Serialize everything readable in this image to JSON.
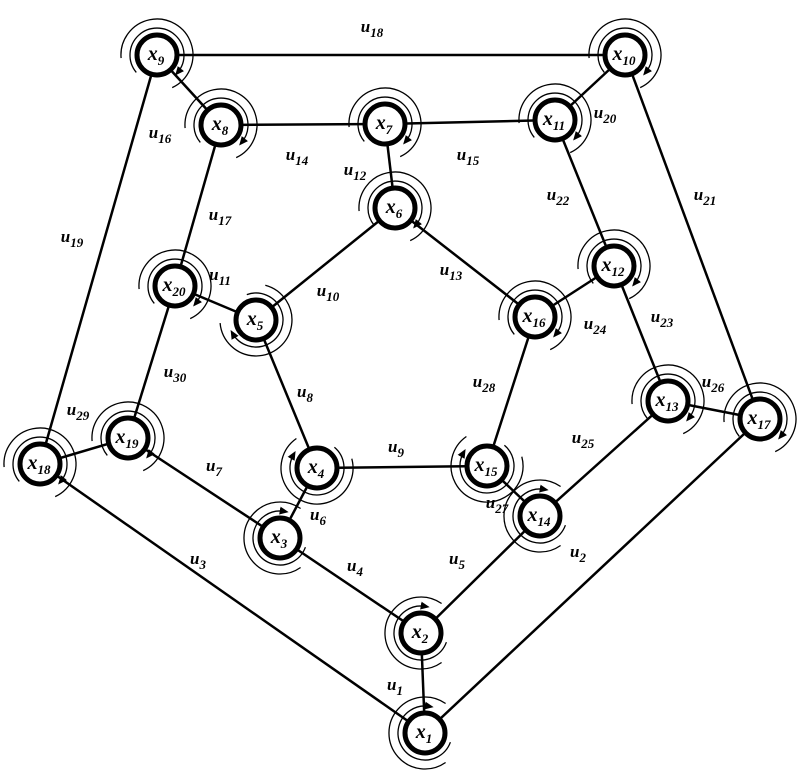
{
  "nodes": [
    {
      "id": "x1",
      "base": "x",
      "sub": "1"
    },
    {
      "id": "x2",
      "base": "x",
      "sub": "2"
    },
    {
      "id": "x3",
      "base": "x",
      "sub": "3"
    },
    {
      "id": "x4",
      "base": "x",
      "sub": "4"
    },
    {
      "id": "x5",
      "base": "x",
      "sub": "5"
    },
    {
      "id": "x6",
      "base": "x",
      "sub": "6"
    },
    {
      "id": "x7",
      "base": "x",
      "sub": "7"
    },
    {
      "id": "x8",
      "base": "x",
      "sub": "8"
    },
    {
      "id": "x9",
      "base": "x",
      "sub": "9"
    },
    {
      "id": "x10",
      "base": "x",
      "sub": "10"
    },
    {
      "id": "x11",
      "base": "x",
      "sub": "11"
    },
    {
      "id": "x12",
      "base": "x",
      "sub": "12"
    },
    {
      "id": "x13",
      "base": "x",
      "sub": "13"
    },
    {
      "id": "x14",
      "base": "x",
      "sub": "14"
    },
    {
      "id": "x15",
      "base": "x",
      "sub": "15"
    },
    {
      "id": "x16",
      "base": "x",
      "sub": "16"
    },
    {
      "id": "x17",
      "base": "x",
      "sub": "17"
    },
    {
      "id": "x18",
      "base": "x",
      "sub": "18"
    },
    {
      "id": "x19",
      "base": "x",
      "sub": "19"
    },
    {
      "id": "x20",
      "base": "x",
      "sub": "20"
    }
  ],
  "edges": [
    {
      "id": "u1",
      "base": "u",
      "sub": "1",
      "from": "x1",
      "to": "x2"
    },
    {
      "id": "u2",
      "base": "u",
      "sub": "2",
      "from": "x1",
      "to": "x17"
    },
    {
      "id": "u3",
      "base": "u",
      "sub": "3",
      "from": "x1",
      "to": "x18"
    },
    {
      "id": "u4",
      "base": "u",
      "sub": "4",
      "from": "x2",
      "to": "x3"
    },
    {
      "id": "u5",
      "base": "u",
      "sub": "5",
      "from": "x2",
      "to": "x14"
    },
    {
      "id": "u6",
      "base": "u",
      "sub": "6",
      "from": "x3",
      "to": "x4"
    },
    {
      "id": "u7",
      "base": "u",
      "sub": "7",
      "from": "x3",
      "to": "x19"
    },
    {
      "id": "u8",
      "base": "u",
      "sub": "8",
      "from": "x4",
      "to": "x5"
    },
    {
      "id": "u9",
      "base": "u",
      "sub": "9",
      "from": "x4",
      "to": "x15"
    },
    {
      "id": "u10",
      "base": "u",
      "sub": "10",
      "from": "x5",
      "to": "x6"
    },
    {
      "id": "u11",
      "base": "u",
      "sub": "11",
      "from": "x5",
      "to": "x20"
    },
    {
      "id": "u12",
      "base": "u",
      "sub": "12",
      "from": "x6",
      "to": "x7"
    },
    {
      "id": "u13",
      "base": "u",
      "sub": "13",
      "from": "x6",
      "to": "x16"
    },
    {
      "id": "u14",
      "base": "u",
      "sub": "14",
      "from": "x7",
      "to": "x8"
    },
    {
      "id": "u15",
      "base": "u",
      "sub": "15",
      "from": "x7",
      "to": "x11"
    },
    {
      "id": "u16",
      "base": "u",
      "sub": "16",
      "from": "x8",
      "to": "x9"
    },
    {
      "id": "u17",
      "base": "u",
      "sub": "17",
      "from": "x8",
      "to": "x20"
    },
    {
      "id": "u18",
      "base": "u",
      "sub": "18",
      "from": "x9",
      "to": "x10"
    },
    {
      "id": "u19",
      "base": "u",
      "sub": "19",
      "from": "x9",
      "to": "x18"
    },
    {
      "id": "u20",
      "base": "u",
      "sub": "20",
      "from": "x10",
      "to": "x11"
    },
    {
      "id": "u21",
      "base": "u",
      "sub": "21",
      "from": "x10",
      "to": "x17"
    },
    {
      "id": "u22",
      "base": "u",
      "sub": "22",
      "from": "x11",
      "to": "x12"
    },
    {
      "id": "u23",
      "base": "u",
      "sub": "23",
      "from": "x12",
      "to": "x13"
    },
    {
      "id": "u24",
      "base": "u",
      "sub": "24",
      "from": "x12",
      "to": "x16"
    },
    {
      "id": "u25",
      "base": "u",
      "sub": "25",
      "from": "x13",
      "to": "x14"
    },
    {
      "id": "u26",
      "base": "u",
      "sub": "26",
      "from": "x13",
      "to": "x17"
    },
    {
      "id": "u27",
      "base": "u",
      "sub": "27",
      "from": "x14",
      "to": "x15"
    },
    {
      "id": "u28",
      "base": "u",
      "sub": "28",
      "from": "x15",
      "to": "x16"
    },
    {
      "id": "u29",
      "base": "u",
      "sub": "29",
      "from": "x18",
      "to": "x19"
    },
    {
      "id": "u30",
      "base": "u",
      "sub": "30",
      "from": "x19",
      "to": "x20"
    }
  ]
}
